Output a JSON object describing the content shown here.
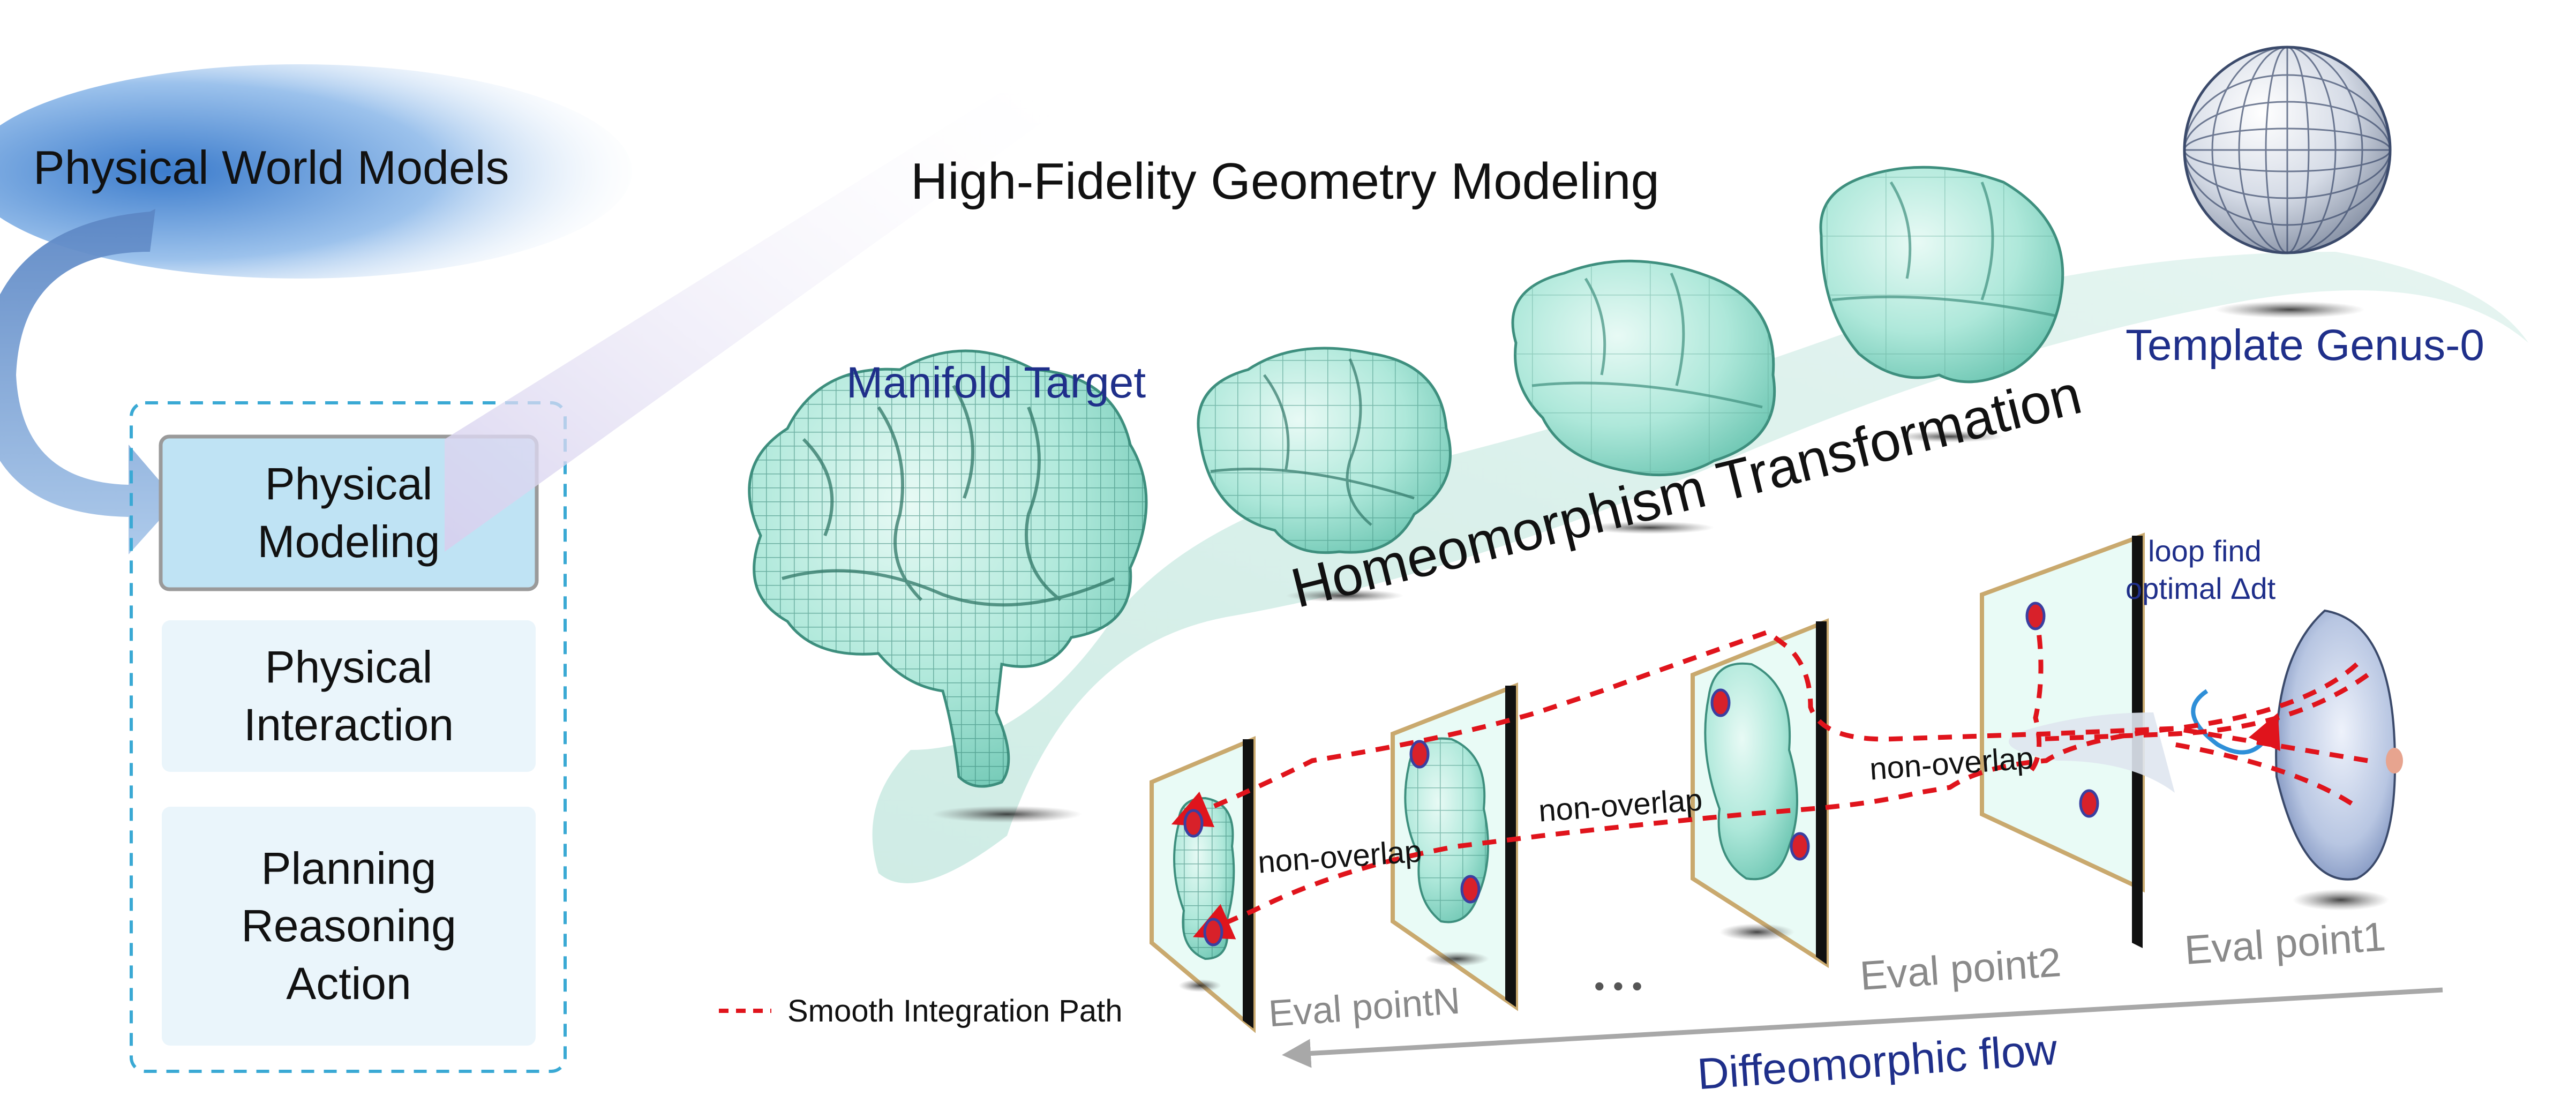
{
  "sidebar": {
    "header": "Physical World Models",
    "items": [
      {
        "lines": [
          "Physical",
          "Modeling"
        ]
      },
      {
        "lines": [
          "Physical",
          "Interaction"
        ]
      },
      {
        "lines": [
          "Planning",
          "Reasoning",
          "Action"
        ]
      }
    ]
  },
  "main": {
    "title": "High-Fidelity Geometry Modeling",
    "manifold_target": "Manifold Target",
    "template_genus": "Template Genus-0",
    "transformation": "Homeomorphism Transformation",
    "loop_note": [
      "loop find",
      "optimal Δdt"
    ],
    "non_overlap": [
      "non-overlap",
      "non-overlap",
      "non-overlap"
    ],
    "eval_points": [
      "Eval point1",
      "Eval point2",
      "Eval pointN"
    ],
    "ellipsis": "• • •",
    "legend": "Smooth Integration Path",
    "flow": "Diffeomorphic flow"
  },
  "colors": {
    "navy": "#1f2f8a",
    "path": "#e0141c",
    "surface": "#9fe3d4",
    "box_highlight": "#bfe3f4",
    "box_light": "#eaf5fb",
    "dash_border": "#3aa9d4"
  }
}
